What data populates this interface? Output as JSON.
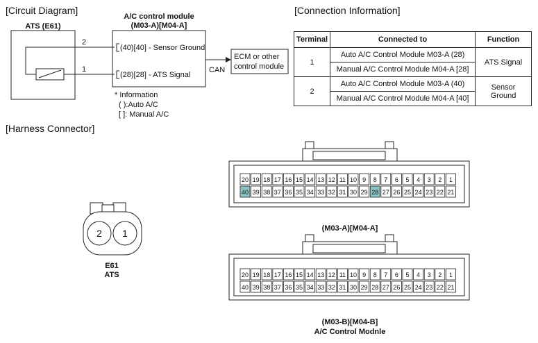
{
  "sections": {
    "circuit": "[Circuit Diagram]",
    "connection": "[Connection Information]",
    "harness": "[Harness Connector]"
  },
  "circuit": {
    "ats_label": "ATS (E61)",
    "module_title_1": "A/C control module",
    "module_title_2": "(M03-A)[M04-A]",
    "wire_2": "2",
    "wire_1": "1",
    "pin_ground": "(40)[40] - Sensor Ground",
    "pin_signal": "(28)[28] - ATS Signal",
    "can": "CAN",
    "ecm_1": "ECM or other",
    "ecm_2": "control module",
    "info_title": "* Information",
    "info_auto": "(  ):Auto A/C",
    "info_manual": "[  ]: Manual A/C"
  },
  "table": {
    "headers": [
      "Terminal",
      "Connected to",
      "Function"
    ],
    "rows": [
      {
        "terminal": "1",
        "connections": [
          "Auto A/C Control Module M03-A (28)",
          "Manual A/C Control Module M04-A [28]"
        ],
        "function": "ATS Signal"
      },
      {
        "terminal": "2",
        "connections": [
          "Auto A/C Control Module M03-A (40)",
          "Manual A/C Control Module M04-A [40]"
        ],
        "function": "Sensor Ground"
      }
    ]
  },
  "harness": {
    "ats_pins": [
      "2",
      "1"
    ],
    "ats_label_1": "E61",
    "ats_label_2": "ATS",
    "top_connector_label": "(M03-A)[M04-A]",
    "bottom_connector_label_1": "(M03-B)[M04-B]",
    "bottom_connector_label_2": "A/C Control Modnle",
    "top_row": [
      "20",
      "19",
      "18",
      "17",
      "16",
      "15",
      "14",
      "13",
      "12",
      "11",
      "10",
      "9",
      "8",
      "7",
      "6",
      "5",
      "4",
      "3",
      "2",
      "1"
    ],
    "bottom_row": [
      "40",
      "39",
      "38",
      "37",
      "36",
      "35",
      "34",
      "33",
      "32",
      "31",
      "30",
      "29",
      "28",
      "27",
      "26",
      "25",
      "24",
      "23",
      "22",
      "21"
    ],
    "highlighted_pins": [
      "40",
      "28"
    ],
    "highlight_color": "#8fc3c3"
  }
}
